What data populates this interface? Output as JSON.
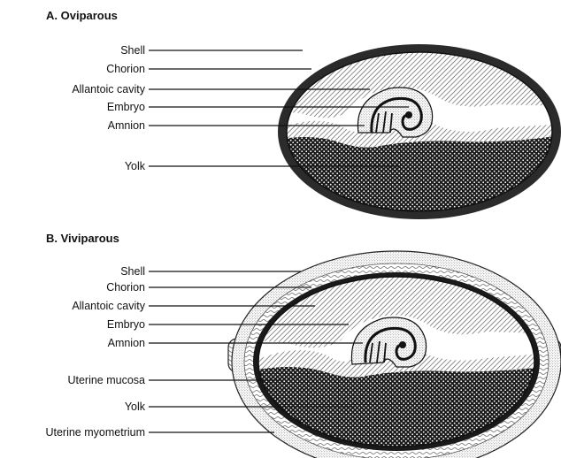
{
  "panels": {
    "oviparous": {
      "title": "A.  Oviparous",
      "labels": {
        "shell": "Shell",
        "chorion": "Chorion",
        "allantoic_cavity": "Allantoic cavity",
        "embryo": "Embryo",
        "amnion": "Amnion",
        "yolk": "Yolk"
      }
    },
    "viviparous": {
      "title": "B.  Viviparous",
      "labels": {
        "shell": "Shell",
        "chorion": "Chorion",
        "allantoic_cavity": "Allantoic cavity",
        "embryo": "Embryo",
        "amnion": "Amnion",
        "uterine_mucosa": "Uterine mucosa",
        "yolk": "Yolk",
        "uterine_myometrium": "Uterine myometrium"
      }
    }
  }
}
